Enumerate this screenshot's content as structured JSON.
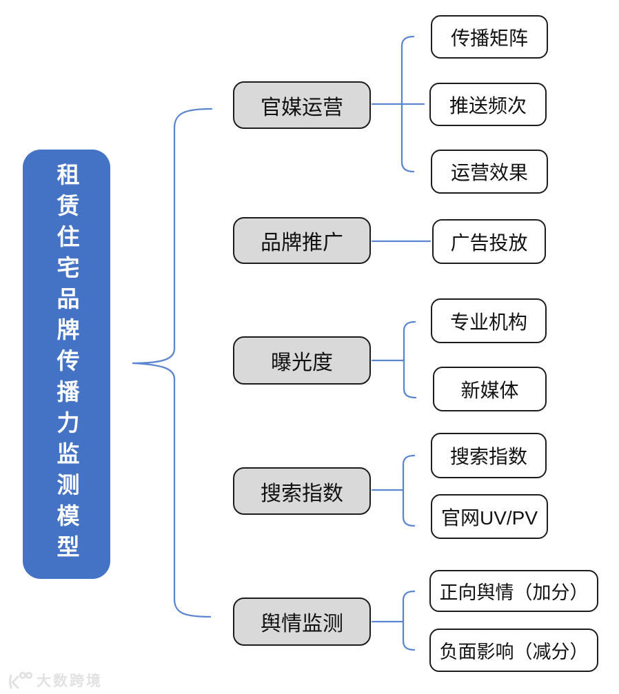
{
  "root": {
    "label": "租赁住宅品牌传播力监测模型"
  },
  "branches": [
    {
      "label": "官媒运营",
      "children": [
        {
          "label": "传播矩阵"
        },
        {
          "label": "推送频次"
        },
        {
          "label": "运营效果"
        }
      ]
    },
    {
      "label": "品牌推广",
      "children": [
        {
          "label": "广告投放"
        }
      ]
    },
    {
      "label": "曝光度",
      "children": [
        {
          "label": "专业机构"
        },
        {
          "label": "新媒体"
        }
      ]
    },
    {
      "label": "搜索指数",
      "children": [
        {
          "label": "搜索指数"
        },
        {
          "label": "官网UV/PV"
        }
      ]
    },
    {
      "label": "舆情监测",
      "children": [
        {
          "label": "正向舆情（加分）"
        },
        {
          "label": "负面影响（减分）"
        }
      ]
    }
  ],
  "watermark": {
    "text": "大数跨境",
    "logo": "k100-logo"
  },
  "colors": {
    "background": "#FFFFFF",
    "root_fill": "#4472C4",
    "root_text": "#FFFFFF",
    "branch_fill": "#D9D9D9",
    "node_border": "#1B1B1B",
    "connector": "#5B85CF",
    "watermark_text": "#E2E2E2"
  }
}
